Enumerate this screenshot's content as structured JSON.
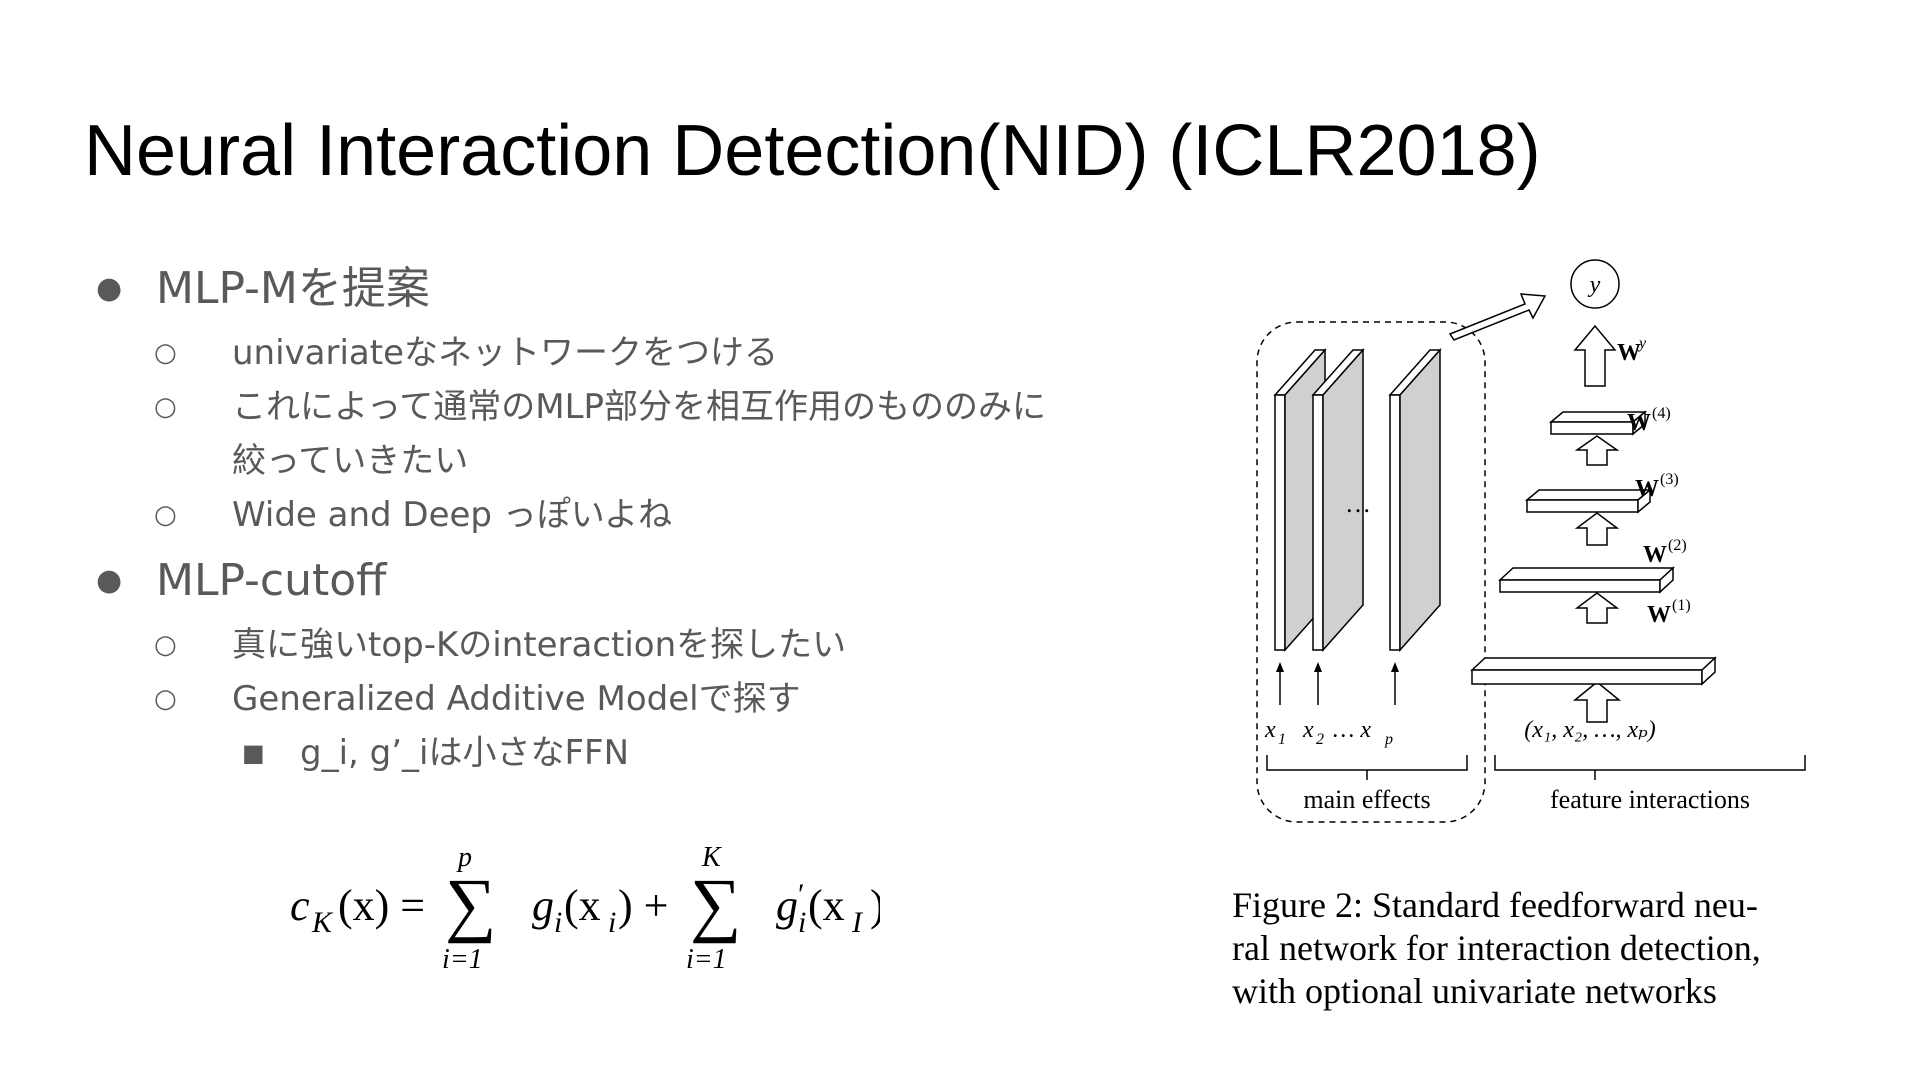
{
  "slide": {
    "title": "Neural Interaction Detection(NID) (ICLR2018)",
    "bullets": [
      {
        "text": "MLP-Mを提案",
        "children": [
          {
            "text": "univariateなネットワークをつける"
          },
          {
            "text": "これによって通常のMLP部分を相互作用のもののみに",
            "continuation": "絞っていきたい"
          },
          {
            "text": "Wide and Deep っぽいよね"
          }
        ]
      },
      {
        "text": "MLP-cutoff",
        "children": [
          {
            "text": "真に強いtop-Kのinteractionを探したい"
          },
          {
            "text": "Generalized Additive Modelで探す",
            "children": [
              {
                "text": "g_i, g’_iは小さなFFN"
              }
            ]
          }
        ]
      }
    ]
  },
  "formula": {
    "lhs": "c",
    "lhs_sub": "K",
    "lhs_arg": "(x) =",
    "sum1_upper": "p",
    "sum1_lower": "i=1",
    "term1": "g",
    "term1_sub": "i",
    "term1_arg": "(x",
    "term1_arg_sub": "i",
    "term1_close": ") +",
    "sum2_upper": "K",
    "sum2_lower": "i=1",
    "term2": "g",
    "term2_sup": "′",
    "term2_sub": "i",
    "term2_arg": "(x",
    "term2_arg_sub": "I",
    "term2_close": ")"
  },
  "figure": {
    "output_label": "y",
    "weights": [
      "W",
      "W",
      "W",
      "W",
      "W"
    ],
    "weight_sups": [
      "y",
      "(4)",
      "(3)",
      "(2)",
      "(1)"
    ],
    "ellipsis": "…",
    "inputs": [
      {
        "x": "x",
        "sub": "1"
      },
      {
        "x": "x",
        "sub": "2"
      },
      {
        "x": "… x",
        "sub": "p"
      }
    ],
    "interaction_input": "(x₁, x₂, …, xₚ)",
    "main_effects_label": "main effects",
    "feature_interactions_label": "feature interactions"
  },
  "caption": {
    "lines": [
      "Figure 2:  Standard feedforward neu-",
      "ral network for interaction detection,",
      "with optional univariate networks"
    ]
  }
}
